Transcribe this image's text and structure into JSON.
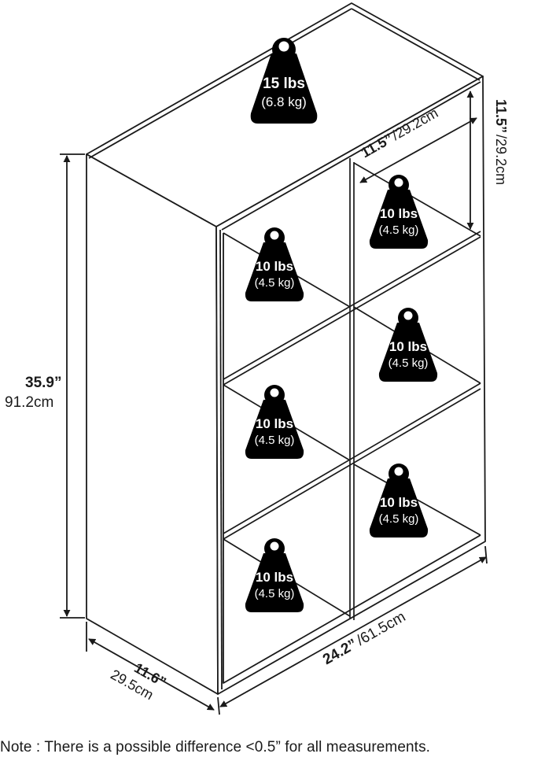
{
  "weights": [
    {
      "id": "top",
      "lbs": "15 lbs",
      "kg": "(6.8 kg)"
    },
    {
      "id": "r1-right",
      "lbs": "10 lbs",
      "kg": "(4.5 kg)"
    },
    {
      "id": "r1-left",
      "lbs": "10 lbs",
      "kg": "(4.5 kg)"
    },
    {
      "id": "r2-right",
      "lbs": "10 lbs",
      "kg": "(4.5 kg)"
    },
    {
      "id": "r2-left",
      "lbs": "10 lbs",
      "kg": "(4.5 kg)"
    },
    {
      "id": "r3-right",
      "lbs": "10 lbs",
      "kg": "(4.5 kg)"
    },
    {
      "id": "r3-left",
      "lbs": "10 lbs",
      "kg": "(4.5 kg)"
    }
  ],
  "dimensions": {
    "height": {
      "inch": "35.9”",
      "metric": "91.2cm"
    },
    "width": {
      "inch": "24.2”",
      "metric": "/61.5cm"
    },
    "depth": {
      "inch": "11.6”",
      "metric": "29.5cm"
    },
    "cube_depth": {
      "inch": "11.5”",
      "metric": "/29.2cm"
    },
    "cube_height": {
      "inch": "11.5”",
      "metric": "/29.2cm"
    }
  },
  "note": "Note : There is a possible difference <0.5” for all measurements."
}
